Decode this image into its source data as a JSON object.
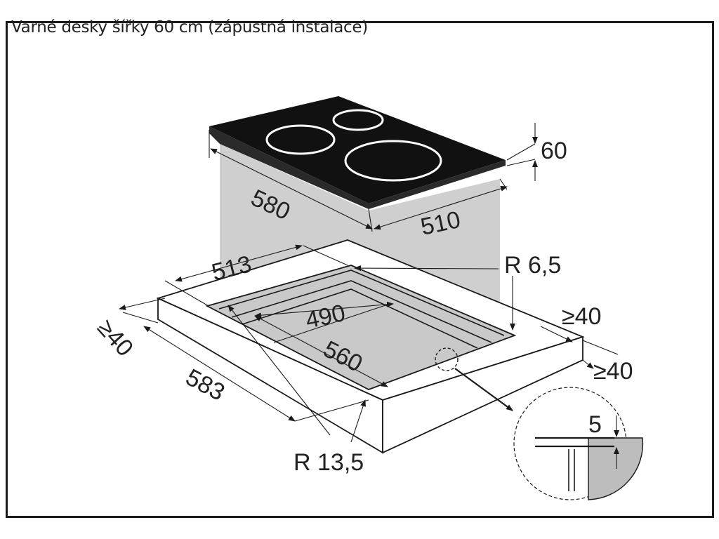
{
  "title": "Varné desky šířky 60 cm (zápustná instalace)",
  "dimensions": {
    "height": "60",
    "hob_depth": "580",
    "hob_width": "510",
    "outer_top": "513",
    "radius_top": "R 6,5",
    "inner_depth": "490",
    "inner_width": "560",
    "outer_length": "583",
    "min_side": "≥40",
    "min_right": "≥40",
    "min_front": "≥40",
    "radius_bottom": "R 13,5",
    "detail_depth": "5"
  },
  "colors": {
    "hob_glass": "#111111",
    "zone_ring": "#ffffff",
    "cutout_shade": "#c9c9c9",
    "worktop": "#ffffff",
    "detail_shade": "#bdbdbd"
  }
}
